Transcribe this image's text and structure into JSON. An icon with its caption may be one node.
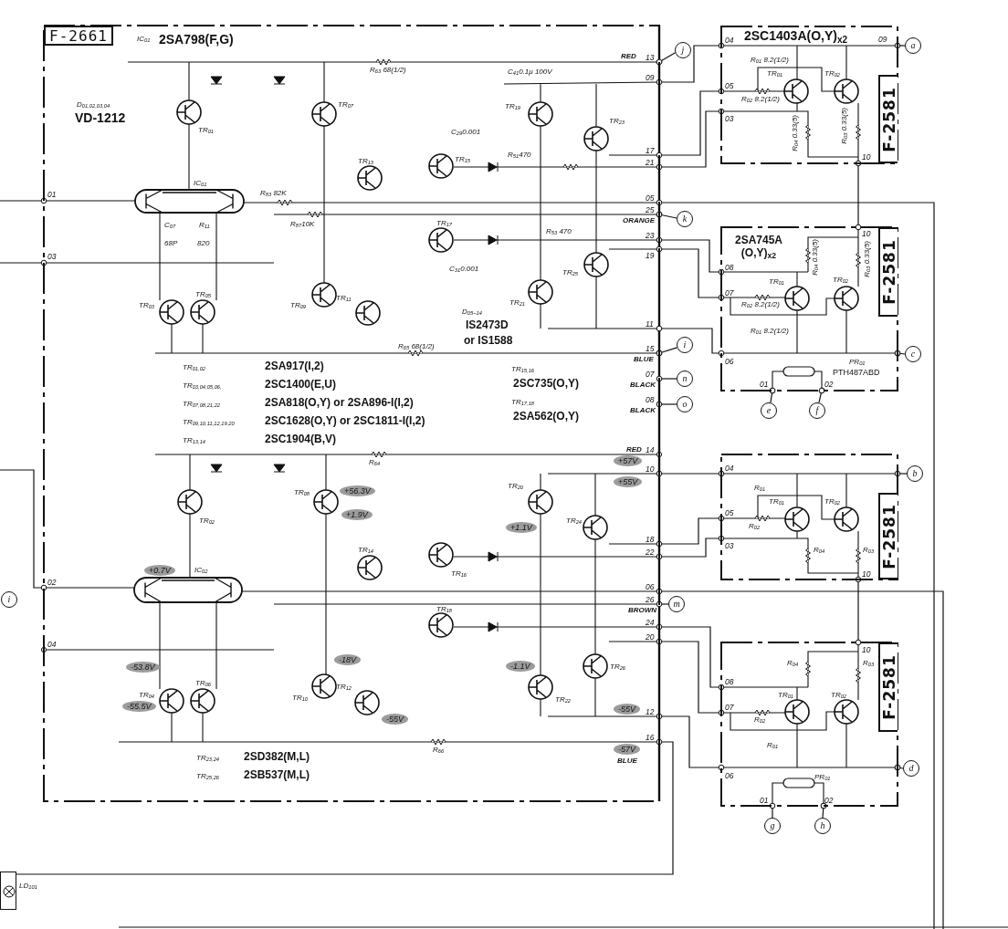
{
  "diagram": {
    "nodes": [
      {
        "text": [],
        "shape": "box"
      },
      {
        "text": [
          "F-2661"
        ],
        "in": 0
      },
      {
        "text": [
          "2SC1403A(O,Y)$_{x2}$"
        ]
      },
      {
        "text": [
          "F-2581"
        ],
        "in": 2
      },
      {
        "text": [
          "2SA745A (O,Y)$_{x2}$"
        ]
      },
      {
        "text": [
          "F-2581"
        ],
        "in": 4
      },
      {
        "text": [],
        "shape": "box"
      },
      {
        "text": [
          "F-2581"
        ],
        "in": 6
      },
      {
        "text": [],
        "shape": "box"
      },
      {
        "text": [
          "F-2581"
        ],
        "in": 8
      },
      {
        "text": [],
        "shape": "box",
        "beside": [
          "LD$_{101}$"
        ]
      },
      {
        "text": [
          "j"
        ]
      },
      {
        "text": [
          "k"
        ]
      },
      {
        "text": [
          "i"
        ]
      },
      {
        "text": [
          "n"
        ]
      },
      {
        "text": [
          "o"
        ]
      },
      {
        "text": [
          "m"
        ]
      },
      {
        "text": [
          "a"
        ]
      },
      {
        "text": [
          "c"
        ]
      },
      {
        "text": [
          "e"
        ]
      },
      {
        "text": [
          "f"
        ]
      },
      {
        "text": [
          "b"
        ]
      },
      {
        "text": [
          "d"
        ]
      },
      {
        "text": [
          "g"
        ]
      },
      {
        "text": [
          "h"
        ]
      },
      {
        "text": [
          "i"
        ]
      }
    ],
    "edges": [
      {
        "from": 11,
        "to": 0,
        "arrow": "other"
      },
      {
        "from": 12,
        "to": 0,
        "arrow": "other"
      },
      {
        "from": 13,
        "to": 0,
        "arrow": "other"
      },
      {
        "from": 14,
        "to": 0,
        "arrow": "other"
      },
      {
        "from": 15,
        "to": 0,
        "arrow": "other"
      },
      {
        "from": 16,
        "to": 0,
        "arrow": "other"
      },
      {
        "from": 17,
        "to": 2,
        "arrow": "other"
      },
      {
        "from": 18,
        "to": 4,
        "arrow": "other"
      },
      {
        "from": 19,
        "to": 4,
        "arrow": "other"
      },
      {
        "from": 20,
        "to": 4,
        "arrow": "other"
      },
      {
        "from": 21,
        "to": 6,
        "arrow": "other"
      },
      {
        "from": 22,
        "to": 8,
        "arrow": "other"
      },
      {
        "from": 23,
        "to": 8,
        "arrow": "other"
      },
      {
        "from": 24,
        "to": 8,
        "arrow": "other"
      },
      {
        "from": 0,
        "to": 2,
        "arrow": "other"
      },
      {
        "from": 0,
        "to": 2,
        "arrow": "other"
      },
      {
        "from": 0,
        "to": 2,
        "arrow": "other"
      },
      {
        "from": 0,
        "to": 4,
        "arrow": "other"
      },
      {
        "from": 0,
        "to": 4,
        "arrow": "other"
      },
      {
        "from": 0,
        "to": 4,
        "arrow": "other"
      },
      {
        "from": 2,
        "to": 4,
        "arrow": "other"
      },
      {
        "from": 0,
        "to": 6,
        "arrow": "other"
      },
      {
        "from": 0,
        "to": 6,
        "arrow": "other"
      },
      {
        "from": 0,
        "to": 6,
        "arrow": "other"
      },
      {
        "from": 0,
        "to": 8,
        "arrow": "other"
      },
      {
        "from": 0,
        "to": 8,
        "arrow": "other"
      },
      {
        "from": 0,
        "to": 8,
        "arrow": "other"
      },
      {
        "from": 6,
        "to": 8,
        "arrow": "other"
      },
      {
        "from": null,
        "to": 0,
        "arrow": "other"
      },
      {
        "from": null,
        "to": 0,
        "arrow": "other"
      },
      {
        "from": null,
        "to": 0,
        "arrow": "other"
      },
      {
        "from": 10,
        "to": 0,
        "arrow": "other"
      },
      {
        "from": 0,
        "to": null,
        "arrow": "other"
      },
      {
        "from": 0,
        "to": null,
        "arrow": "other"
      }
    ],
    "labels": [
      "IC$_{01}$",
      "2SA798(F,G)",
      "D$_{01,02,03,04}$",
      "VD-1212",
      "IC$_{01}$",
      "01",
      "03",
      "R$_{83}$ 82K",
      "C$_{07}$",
      "R$_{11}$",
      "R$_{87}$10K",
      "68P",
      "820",
      "R$_{63}$ 68(1/2)",
      "C$_{41}$0.1μ 100V",
      "R$_{51}$470",
      "R$_{53}$ 470",
      "C$_{29}$0.001",
      "C$_{31}$0.001",
      "R$_{65}$ 68(1/2)",
      "D$_{05~14}$",
      "IS2473D",
      "or IS1588",
      "TR$_{01,02}$",
      "2SA917(I,2)",
      "TR$_{03,04,05,06,}$",
      "2SC1400(E,U)",
      "TR$_{07,08,21,22}$",
      "2SA818(O,Y) or 2SA896-I(I,2)",
      "TR$_{09,10,11,12,19,20}$",
      "2SC1628(O,Y) or 2SC1811-I(I,2)",
      "TR$_{13,14}$",
      "2SC1904(B,V)",
      "TR$_{15,16}$",
      "2SC735(O,Y)",
      "TR$_{17,18}$",
      "2SA562(O,Y)",
      "RED",
      "13",
      "09",
      "17",
      "21",
      "05",
      "25",
      "23",
      "19",
      "11",
      "15",
      "07",
      "08",
      "ORANGE",
      "BLUE",
      "BLACK",
      "BLACK",
      "TR$_{01}$",
      "TR$_{07}$",
      "TR$_{13}$",
      "TR$_{15}$",
      "TR$_{19}$",
      "TR$_{23}$",
      "TR$_{17}$",
      "TR$_{25}$",
      "TR$_{03}$",
      "TR$_{05}$",
      "TR$_{09}$",
      "TR$_{11}$",
      "TR$_{21}$",
      "RED",
      "14",
      "10",
      "18",
      "22",
      "06",
      "26",
      "24",
      "20",
      "12",
      "16",
      "BROWN",
      "+57V",
      "+55V",
      "-55V",
      "-57V",
      "BLUE",
      "+56.3V",
      "+1.9V",
      "+0.7V",
      "-53.8V",
      "-55.5V",
      "-18V",
      "-55V",
      "+1.1V",
      "-1.1V",
      "TR$_{02}$",
      "TR$_{08}$",
      "TR$_{14}$",
      "TR$_{16}$",
      "TR$_{20}$",
      "TR$_{24}$",
      "TR$_{18}$",
      "TR$_{26}$",
      "TR$_{04}$",
      "TR$_{06}$",
      "TR$_{10}$",
      "TR$_{12}$",
      "TR$_{22}$",
      "IC$_{02}$",
      "02",
      "04",
      "R$_{64}$",
      "R$_{66}$",
      "TR$_{23,24}$",
      "2SD382(M,L)",
      "TR$_{25,26}$",
      "2SB537(M,L)",
      "04",
      "09",
      "05",
      "03",
      "10",
      "R$_{01}$ 8.2(1/2)",
      "TR$_{01}$",
      "TR$_{02}$",
      "R$_{02}$ 8.2(1/2)",
      "R$_{04}$ 0.33(5)",
      "R$_{03}$ 0.33(5)",
      "10",
      "R$_{04}$ 0.33(5)",
      "R$_{03}$ 0.33(5)",
      "08",
      "07",
      "TR$_{01}$",
      "TR$_{02}$",
      "R$_{02}$ 8.2(1/2)",
      "R$_{01}$ 8.2(1/2)",
      "06",
      "PR$_{01}$",
      "PTH487ABD",
      "01",
      "02",
      "04",
      "R$_{01}$",
      "TR$_{01}$",
      "TR$_{02}$",
      "05",
      "R$_{02}$",
      "03",
      "R$_{04}$",
      "R$_{03}$",
      "10",
      "10",
      "R$_{04}$",
      "R$_{03}$",
      "08",
      "TR$_{01}$",
      "TR$_{02}$",
      "07",
      "R$_{02}$",
      "R$_{01}$",
      "06",
      "PR$_{01}$",
      "01",
      "02"
    ]
  }
}
